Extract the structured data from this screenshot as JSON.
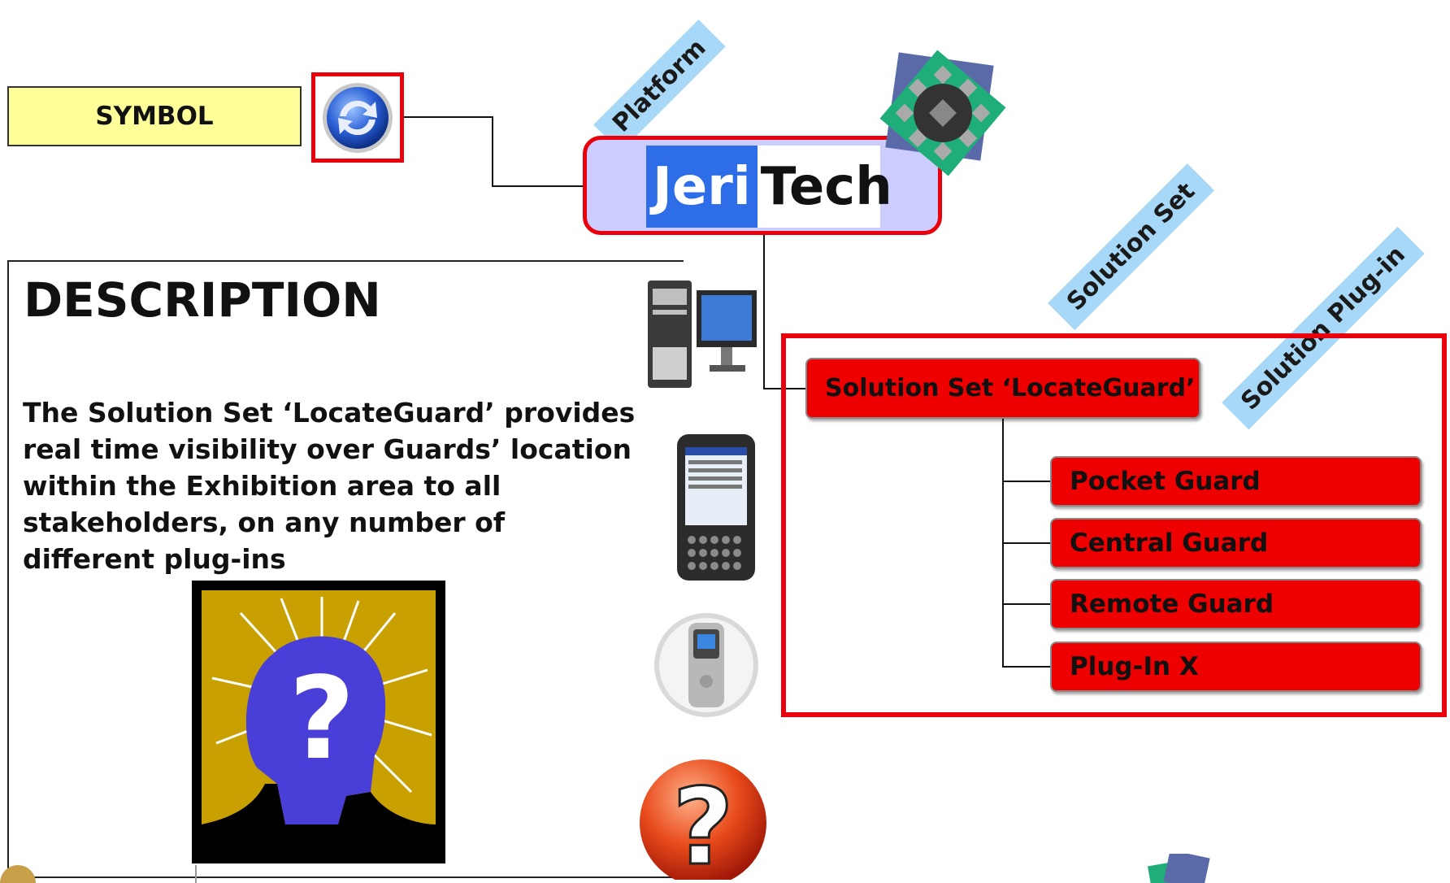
{
  "symbol": {
    "label": "SYMBOL"
  },
  "platform": {
    "tag": "Platform",
    "name_part1": "Jeri",
    "name_part2": "Tech"
  },
  "description": {
    "title": "DESCRIPTION",
    "text": "The Solution Set ‘LocateGuard’ provides real time visibility over Guards’ location within the Exhibition area to all stakeholders, on any number of different plug-ins"
  },
  "tags": {
    "solution_set": "Solution Set",
    "solution_plugin": "Solution Plug-in"
  },
  "solution_set": {
    "label": "Solution Set ‘LocateGuard’",
    "plugins": [
      "Pocket Guard",
      "Central Guard",
      "Remote Guard",
      "Plug-In X"
    ]
  },
  "colors": {
    "accent_red": "#e8000c",
    "platform_fill": "#ccccff",
    "tag_blue": "#a8d8f8",
    "symbol_fill": "#ffff99"
  }
}
